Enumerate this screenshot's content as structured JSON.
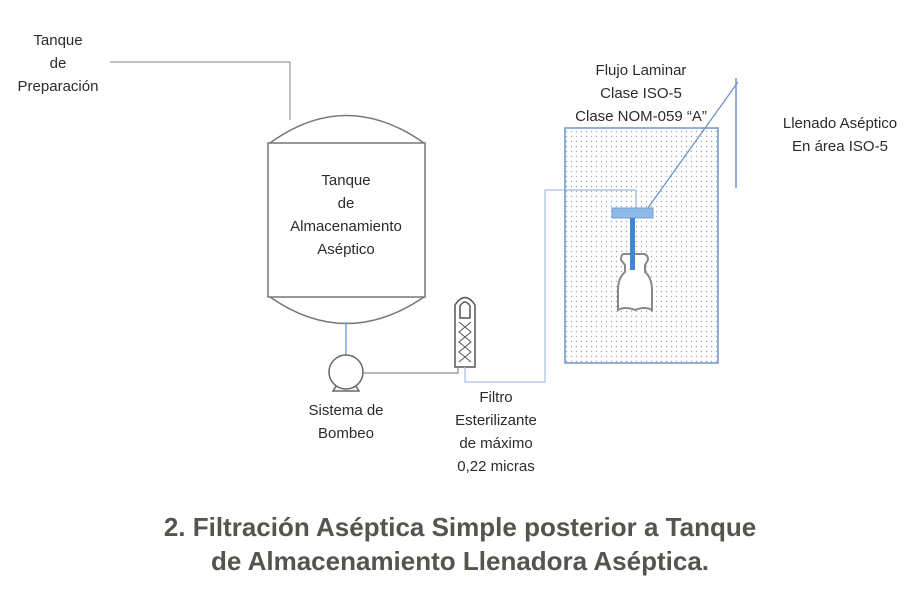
{
  "labels": {
    "prep_tank": [
      "Tanque",
      "de",
      "Preparación"
    ],
    "storage_tank": [
      "Tanque",
      "de",
      "Almacenamiento",
      "Aséptico"
    ],
    "pump": [
      "Sistema de",
      "Bombeo"
    ],
    "filter": [
      "Filtro",
      "Esterilizante",
      "de máximo",
      "0,22 micras"
    ],
    "laminar_flow": [
      "Flujo Laminar",
      "Clase ISO-5",
      "Clase NOM-059 “A”"
    ],
    "filling": [
      "Llenado Aséptico",
      "En área ISO-5"
    ]
  },
  "caption": [
    "2. Filtración Aséptica Simple posterior a Tanque",
    "de Almacenamiento Llenadora Aséptica."
  ],
  "colors": {
    "line_gray": "#8a8a8a",
    "line_blue": "#9bbbe0",
    "accent_blue": "#4a8fd6",
    "box_border": "#6d96c8",
    "caption": "#55554d"
  }
}
